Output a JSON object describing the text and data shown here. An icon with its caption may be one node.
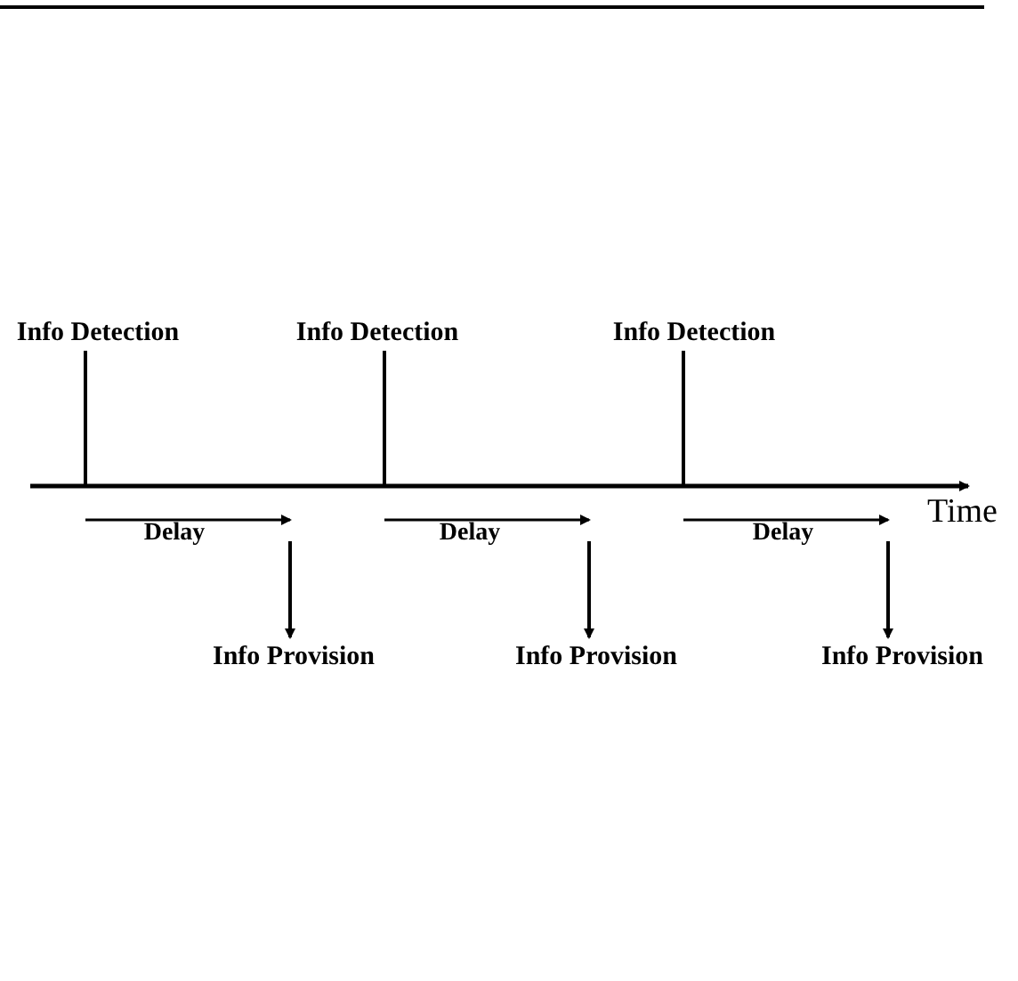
{
  "diagram": {
    "nodes": [
      {
        "text": [
          "Info Detection"
        ]
      },
      {
        "text": [
          "Info Detection"
        ]
      },
      {
        "text": [
          "Info Detection"
        ]
      },
      {
        "text": [
          "Info Provision"
        ]
      },
      {
        "text": [
          "Info Provision"
        ]
      },
      {
        "text": [
          "Info Provision"
        ]
      }
    ],
    "edges": [
      {
        "from": 0,
        "to": null,
        "arrow": "none"
      },
      {
        "from": 1,
        "to": null,
        "arrow": "none"
      },
      {
        "from": 2,
        "to": null,
        "arrow": "none"
      },
      {
        "from": null,
        "to": 3,
        "arrow": "to"
      },
      {
        "from": null,
        "to": 4,
        "arrow": "to"
      },
      {
        "from": null,
        "to": 5,
        "arrow": "to"
      }
    ],
    "labels": [
      "Time",
      "Delay",
      "Delay",
      "Delay"
    ]
  }
}
